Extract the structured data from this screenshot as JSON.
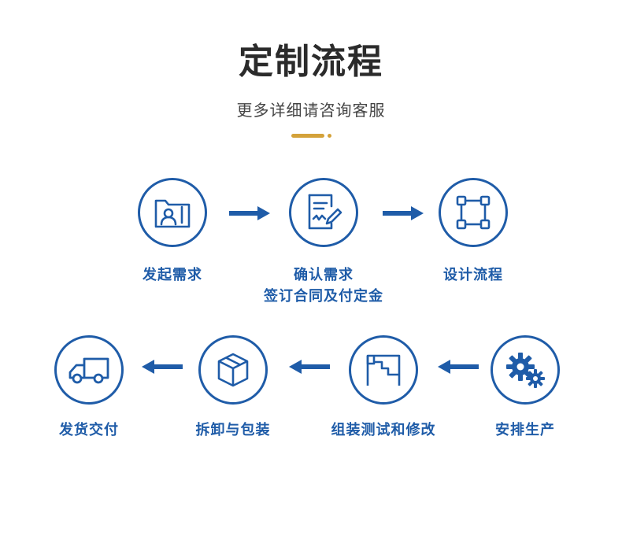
{
  "header": {
    "title": "定制流程",
    "subtitle": "更多详细请咨询客服"
  },
  "steps": [
    {
      "label": "发起需求",
      "icon": "id-card-icon"
    },
    {
      "label": "确认需求",
      "label2": "签订合同及付定金",
      "icon": "document-sign-icon"
    },
    {
      "label": "设计流程",
      "icon": "design-frame-icon"
    },
    {
      "label": "安排生产",
      "icon": "gears-icon"
    },
    {
      "label": "组装测试和修改",
      "icon": "floor-plan-icon"
    },
    {
      "label": "拆卸与包装",
      "icon": "package-box-icon"
    },
    {
      "label": "发货交付",
      "icon": "delivery-truck-icon"
    }
  ],
  "colors": {
    "primary": "#1f5ca8",
    "accent": "#d4a23a",
    "title": "#2b2b2b"
  }
}
